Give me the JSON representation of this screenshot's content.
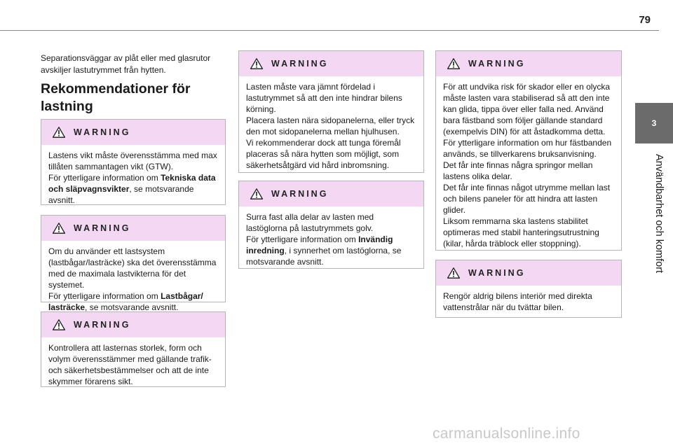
{
  "page": {
    "number": "79",
    "chapter_number": "3",
    "chapter_title": "Användbarhet och komfort"
  },
  "intro_text": "Separationsväggar av plåt eller med glasrutor avskiljer lastutrymmet från hytten.",
  "section_heading": "Rekommendationer för lastning",
  "warning_label": "WARNING",
  "warnings": [
    {
      "parts": [
        "Lastens vikt måste överensstämma med max tillåten sammantagen vikt (GTW).",
        "För ytterligare information om ",
        "Tekniska data och släpvagnsvikter",
        ", se motsvarande avsnitt."
      ]
    },
    {
      "parts": [
        "Om du använder ett lastsystem (lastbågar/lasträcke) ska det överensstämma med de maximala lastvikterna för det systemet.",
        "För ytterligare information om ",
        "Lastbågar/ lasträcke",
        ", se motsvarande avsnitt."
      ]
    },
    {
      "parts": [
        "Kontrollera att lasternas storlek, form och volym överensstämmer med gällande trafik- och säkerhetsbestämmelser och att de inte skymmer förarens sikt."
      ]
    },
    {
      "parts": [
        "Lasten måste vara jämnt fördelad i lastutrymmet så att den inte hindrar bilens körning.",
        "Placera lasten nära sidopanelerna, eller tryck den mot sidopanelerna mellan hjulhusen.",
        "Vi rekommenderar dock att tunga föremål placeras så nära hytten som möjligt, som säkerhetsåtgärd vid hård inbromsning."
      ]
    },
    {
      "parts": [
        "Surra fast alla delar av lasten med lastöglorna på lastutrymmets golv.",
        "För ytterligare information om ",
        "Invändig inredning",
        ", i synnerhet om lastöglorna, se motsvarande avsnitt."
      ]
    },
    {
      "parts": [
        "För att undvika risk för skador eller en olycka måste lasten vara stabiliserad så att den inte kan glida, tippa över eller falla ned. Använd bara fästband som följer gällande standard (exempelvis DIN) för att åstadkomma detta.",
        "För ytterligare information om hur fästbanden används, se tillverkarens bruksanvisning.",
        "Det får inte finnas några springor mellan lastens olika delar.",
        "Det får inte finnas något utrymme mellan last och bilens paneler för att hindra att lasten glider.",
        "Liksom remmarna ska lastens stabilitet optimeras med stabil hanteringsutrustning (kilar, hårda träblock eller stoppning)."
      ]
    },
    {
      "parts": [
        "Rengör aldrig bilens interiör med direkta vattenstrålar när du tvättar bilen."
      ]
    }
  ],
  "watermark": "carmanualsonline.info",
  "icons": {
    "warning": "warning-triangle-icon"
  },
  "colors": {
    "warning_header": "#f3d7f3",
    "side_tab": "#6b6b6b"
  }
}
